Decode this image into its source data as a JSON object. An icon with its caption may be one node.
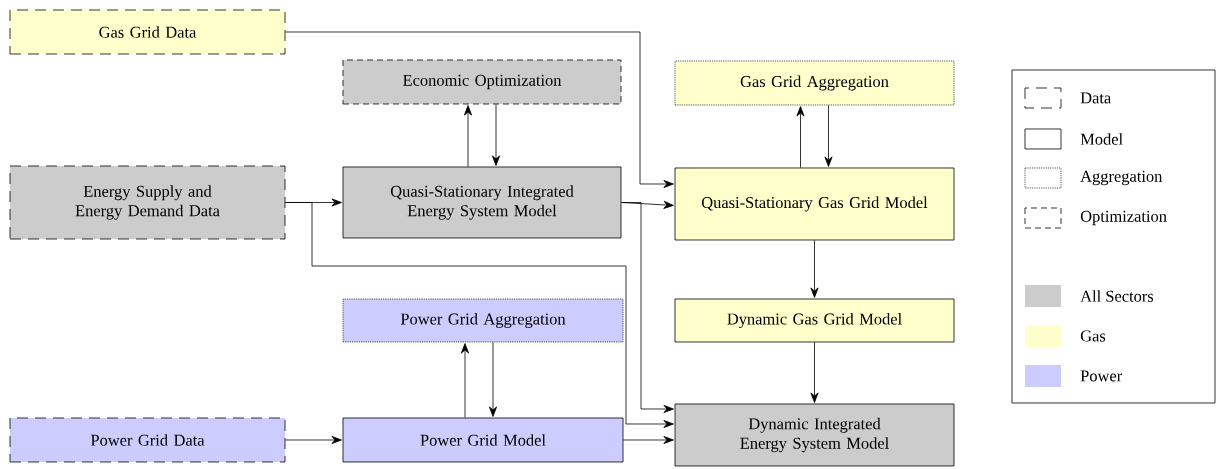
{
  "diagram": {
    "nodes": [
      {
        "text": [
          "Gas Grid Data"
        ]
      },
      {
        "text": [
          "Economic Optimization"
        ]
      },
      {
        "text": [
          "Gas Grid Aggregation"
        ]
      },
      {
        "text": [
          "Energy Supply and Energy Demand Data"
        ]
      },
      {
        "text": [
          "Quasi-Stationary Integrated Energy System Model"
        ]
      },
      {
        "text": [
          "Quasi-Stationary Gas Grid Model"
        ]
      },
      {
        "text": [
          "Dynamic Gas Grid Model"
        ]
      },
      {
        "text": [
          "Power Grid Aggregation"
        ]
      },
      {
        "text": [
          "Power Grid Data"
        ]
      },
      {
        "text": [
          "Power Grid Model"
        ]
      },
      {
        "text": [
          "Dynamic Integrated Energy System Model"
        ]
      }
    ],
    "edges": [
      {
        "from": 0,
        "to": 5,
        "arrow": "to"
      },
      {
        "from": 4,
        "to": 1,
        "arrow": "to"
      },
      {
        "from": 1,
        "to": 4,
        "arrow": "to"
      },
      {
        "from": 3,
        "to": 4,
        "arrow": "to"
      },
      {
        "from": 3,
        "to": 10,
        "arrow": "to"
      },
      {
        "from": 4,
        "to": 5,
        "arrow": "to"
      },
      {
        "from": 4,
        "to": 10,
        "arrow": "to"
      },
      {
        "from": 5,
        "to": 2,
        "arrow": "to"
      },
      {
        "from": 2,
        "to": 5,
        "arrow": "to"
      },
      {
        "from": 5,
        "to": 6,
        "arrow": "to"
      },
      {
        "from": 6,
        "to": 10,
        "arrow": "to"
      },
      {
        "from": 8,
        "to": 9,
        "arrow": "to"
      },
      {
        "from": 9,
        "to": 7,
        "arrow": "to"
      },
      {
        "from": 7,
        "to": 9,
        "arrow": "to"
      },
      {
        "from": 9,
        "to": 10,
        "arrow": "to"
      }
    ],
    "legend": [
      {
        "text": "Data"
      },
      {
        "text": "Model"
      },
      {
        "text": "Aggregation"
      },
      {
        "text": "Optimization"
      },
      {
        "text": "All Sectors",
        "color": "#cccccc"
      },
      {
        "text": "Gas",
        "color": "#ffffcc"
      },
      {
        "text": "Power",
        "color": "#ccccff"
      }
    ]
  }
}
